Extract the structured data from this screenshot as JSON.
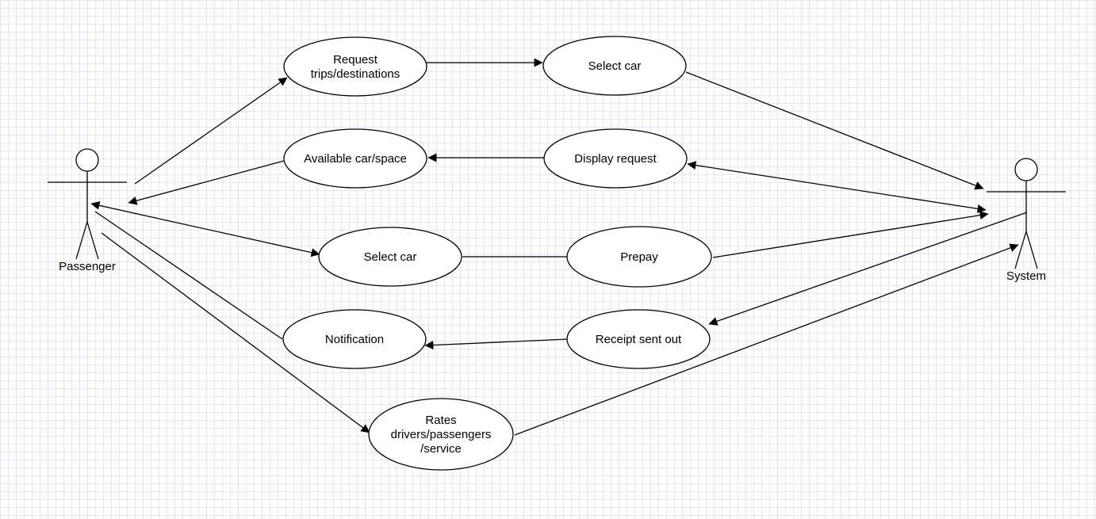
{
  "diagram": {
    "type": "use-case",
    "colors": {
      "stroke": "#000000",
      "fill": "#ffffff",
      "grid": "#e4e6f2"
    },
    "actors": [
      {
        "id": "passenger",
        "label": "Passenger"
      },
      {
        "id": "system",
        "label": "System"
      }
    ],
    "use_cases": [
      {
        "id": "request",
        "lines": [
          "Request",
          "trips/destinations"
        ]
      },
      {
        "id": "select_car_top",
        "lines": [
          "Select car"
        ]
      },
      {
        "id": "available",
        "lines": [
          "Available car/space"
        ]
      },
      {
        "id": "display",
        "lines": [
          "Display request"
        ]
      },
      {
        "id": "select_car_mid",
        "lines": [
          "Select car"
        ]
      },
      {
        "id": "prepay",
        "lines": [
          "Prepay"
        ]
      },
      {
        "id": "notification",
        "lines": [
          "Notification"
        ]
      },
      {
        "id": "receipt",
        "lines": [
          "Receipt sent out"
        ]
      },
      {
        "id": "rates",
        "lines": [
          "Rates",
          "drivers/passengers",
          "/service"
        ]
      }
    ],
    "connections": [
      {
        "from": "passenger",
        "to": "request",
        "arrow": "end"
      },
      {
        "from": "request",
        "to": "select_car_top",
        "arrow": "end"
      },
      {
        "from": "select_car_top",
        "to": "system",
        "arrow": "end"
      },
      {
        "from": "display",
        "to": "available",
        "arrow": "end"
      },
      {
        "from": "available",
        "to": "passenger",
        "arrow": "end"
      },
      {
        "from": "system",
        "to": "display",
        "arrow": "both"
      },
      {
        "from": "passenger",
        "to": "select_car_mid",
        "arrow": "both"
      },
      {
        "from": "select_car_mid",
        "to": "prepay",
        "arrow": "none"
      },
      {
        "from": "prepay",
        "to": "system",
        "arrow": "end"
      },
      {
        "from": "system",
        "to": "receipt",
        "arrow": "end"
      },
      {
        "from": "receipt",
        "to": "notification",
        "arrow": "end"
      },
      {
        "from": "notification",
        "to": "passenger",
        "arrow": "none"
      },
      {
        "from": "passenger",
        "to": "rates",
        "arrow": "end"
      },
      {
        "from": "rates",
        "to": "system",
        "arrow": "end"
      }
    ]
  }
}
